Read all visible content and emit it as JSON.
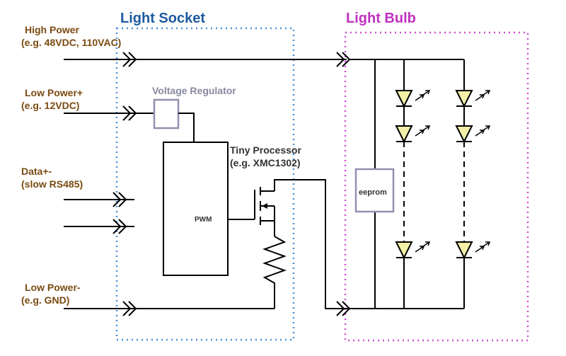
{
  "sections": {
    "socket_title": "Light Socket",
    "bulb_title": "Light Bulb"
  },
  "inputs": {
    "high_power_line1": "High Power",
    "high_power_line2": "(e.g. 48VDC, 110VAC)",
    "low_power_plus_line1": "Low Power+",
    "low_power_plus_line2": "(e.g. 12VDC)",
    "data_line1": "Data+-",
    "data_line2": "(slow RS485)",
    "low_power_minus_line1": "Low Power-",
    "low_power_minus_line2": "(e.g. GND)"
  },
  "components": {
    "voltage_regulator": "Voltage Regulator",
    "processor_line1": "Tiny Processor",
    "processor_line2": "(e.g. XMC1302)",
    "pwm": "PWM",
    "eeprom": "eeprom"
  },
  "colors": {
    "label_brown": "#7a4a10",
    "socket_blue": "#1e5aa0",
    "socket_border": "#4a90d9",
    "bulb_magenta": "#c030c0",
    "component_gray": "#9090b0"
  }
}
